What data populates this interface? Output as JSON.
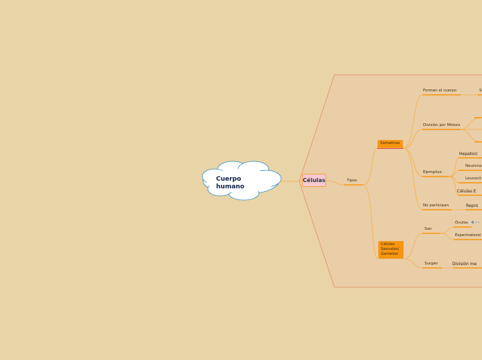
{
  "root": {
    "label": "Cuerpo humano"
  },
  "main": {
    "label": "Células"
  },
  "tipos": {
    "label": "Tipos"
  },
  "somaticas": {
    "label": "Somaticas",
    "branches": [
      {
        "label": "Forman el cuerpo",
        "children": [
          "S"
        ]
      },
      {
        "label": "División por Mitosis",
        "children": []
      },
      {
        "label": "Ejemplios:",
        "children": [
          "Hepatoci",
          "Neurona",
          "Leucocit",
          "Células E"
        ]
      },
      {
        "label": "No participan",
        "children": [
          "Repro"
        ]
      }
    ]
  },
  "sexuales": {
    "label": "Células Sexuales/ Gametos",
    "branches": [
      {
        "label": "Son",
        "children": [
          "Óvulos",
          "Espermatozoi"
        ]
      },
      {
        "label": "Surgen",
        "children": [
          "División me"
        ]
      }
    ]
  },
  "colors": {
    "background": "#e9d4a8",
    "boundary_fill": "#eacea7",
    "boundary_stroke": "#e39a75",
    "topic": "#f7950f",
    "line": "#f5b04a",
    "main_topic": "#f9c8d0"
  }
}
